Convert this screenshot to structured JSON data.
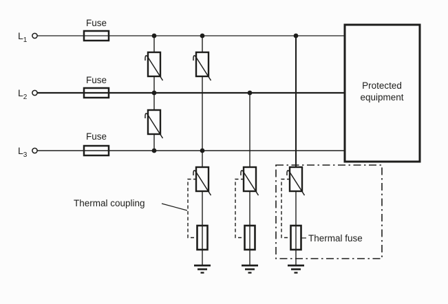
{
  "figure": {
    "background": "#fcfcfc",
    "ink_color": "#1d1d1b",
    "phases": [
      {
        "name": "L",
        "sub": "1"
      },
      {
        "name": "L",
        "sub": "2"
      },
      {
        "name": "L",
        "sub": "3"
      }
    ],
    "fuses": [
      {
        "label": "Fuse"
      },
      {
        "label": "Fuse"
      },
      {
        "label": "Fuse"
      }
    ],
    "protected_equipment": {
      "line1": "Protected",
      "line2": "equipment"
    },
    "annotations": {
      "thermal_coupling": "Thermal coupling",
      "thermal_fuse": "Thermal fuse"
    },
    "symbols": {
      "varistor_count": 6,
      "line_fuse_count": 3,
      "thermal_fuse_count": 3,
      "earth_ground_count": 3
    }
  }
}
